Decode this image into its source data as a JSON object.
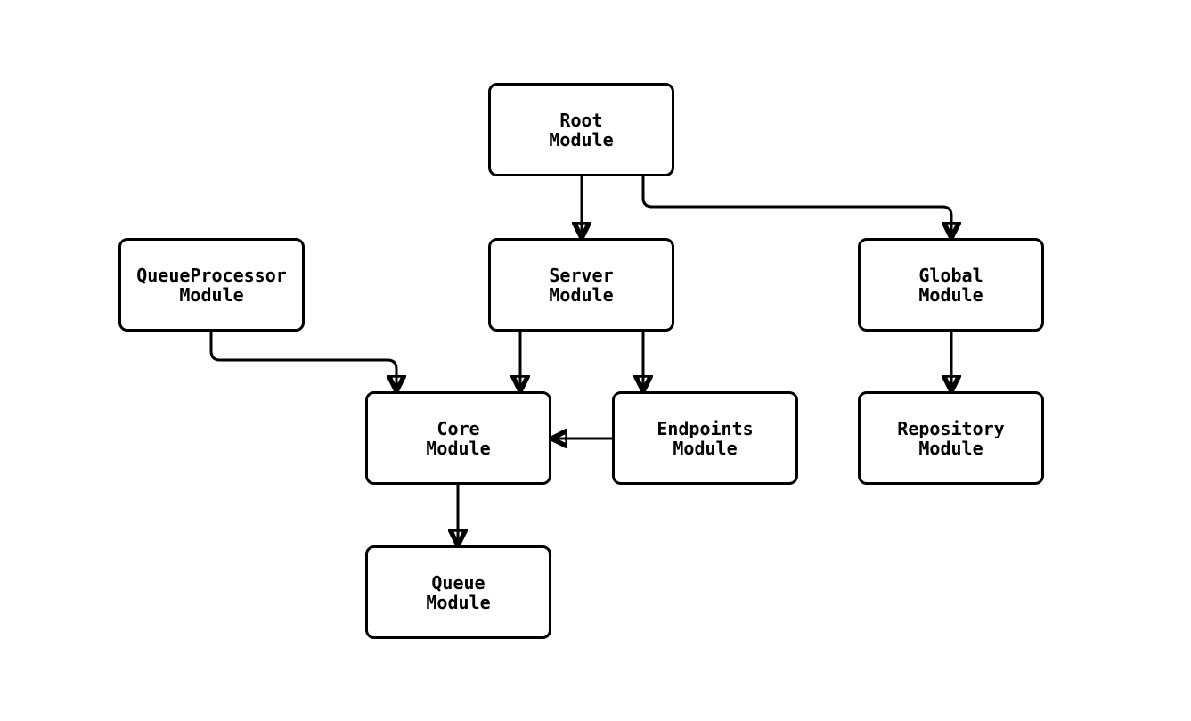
{
  "diagram": {
    "background_color": "#ffffff",
    "node_fill_color": "#ffffff",
    "stroke_color": "#000000",
    "nodes": {
      "root": {
        "line1": "Root",
        "line2": "Module"
      },
      "queueprocessor": {
        "line1": "QueueProcessor",
        "line2": "Module"
      },
      "server": {
        "line1": "Server",
        "line2": "Module"
      },
      "global": {
        "line1": "Global",
        "line2": "Module"
      },
      "core": {
        "line1": "Core",
        "line2": "Module"
      },
      "endpoints": {
        "line1": "Endpoints",
        "line2": "Module"
      },
      "repository": {
        "line1": "Repository",
        "line2": "Module"
      },
      "queue": {
        "line1": "Queue",
        "line2": "Module"
      }
    },
    "edges": [
      {
        "from": "Root Module",
        "to": "Server Module"
      },
      {
        "from": "Root Module",
        "to": "Global Module"
      },
      {
        "from": "QueueProcessor Module",
        "to": "Core Module"
      },
      {
        "from": "Server Module",
        "to": "Core Module"
      },
      {
        "from": "Server Module",
        "to": "Endpoints Module"
      },
      {
        "from": "Global Module",
        "to": "Repository Module"
      },
      {
        "from": "Endpoints Module",
        "to": "Core Module"
      },
      {
        "from": "Core Module",
        "to": "Queue Module"
      }
    ]
  }
}
